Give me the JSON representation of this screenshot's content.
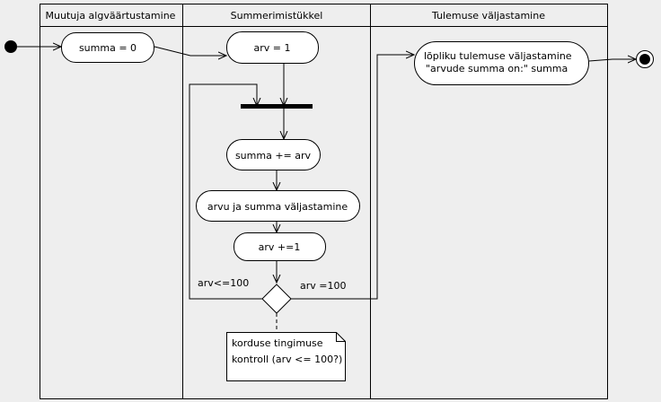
{
  "lanes": [
    {
      "title": "Muutuja algväärtustamine"
    },
    {
      "title": "Summerimistükkel"
    },
    {
      "title": "Tulemuse väljastamine"
    }
  ],
  "nodes": {
    "init_sum": "summa = 0",
    "init_arv": "arv = 1",
    "add": "summa += arv",
    "print_both": "arvu ja summa väljastamine",
    "increment": "arv +=1",
    "output_line1": "lõpliku tulemuse väljastamine",
    "output_line2": "\"arvude summa on:\" summa"
  },
  "guards": {
    "loop": "arv<=100",
    "exit": "arv =100"
  },
  "note": {
    "line1": "korduse tingimuse",
    "line2": "kontroll (arv <= 100?)"
  }
}
